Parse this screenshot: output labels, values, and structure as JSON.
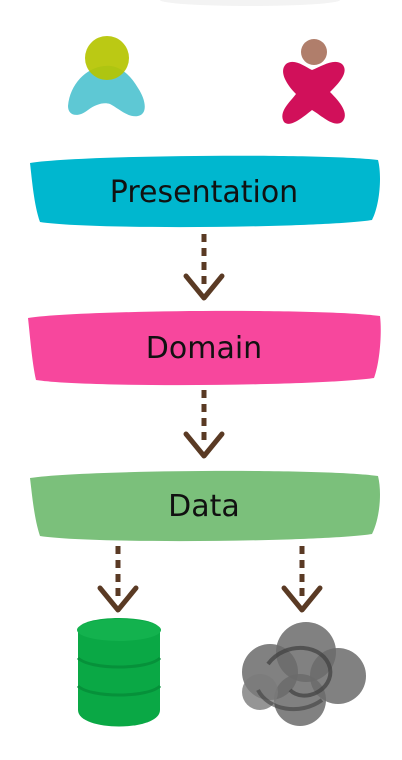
{
  "diagram": {
    "layers": [
      {
        "id": "presentation",
        "label": "Presentation",
        "color": "#00b7cf"
      },
      {
        "id": "domain",
        "label": "Domain",
        "color": "#f7479d"
      },
      {
        "id": "data",
        "label": "Data",
        "color": "#7bc07b"
      }
    ],
    "arrow_color": "#5a3a24",
    "icons": {
      "user_left": {
        "name": "person-icon",
        "head_color": "#b5c400",
        "body_color": "#5ec8d4"
      },
      "user_right": {
        "name": "person-icon",
        "head_color": "#b07e6b",
        "body_color": "#d1105a"
      },
      "database": {
        "name": "database-icon",
        "color": "#0aa845"
      },
      "cloud": {
        "name": "cloud-icon",
        "color": "#6b6b6b"
      }
    }
  }
}
